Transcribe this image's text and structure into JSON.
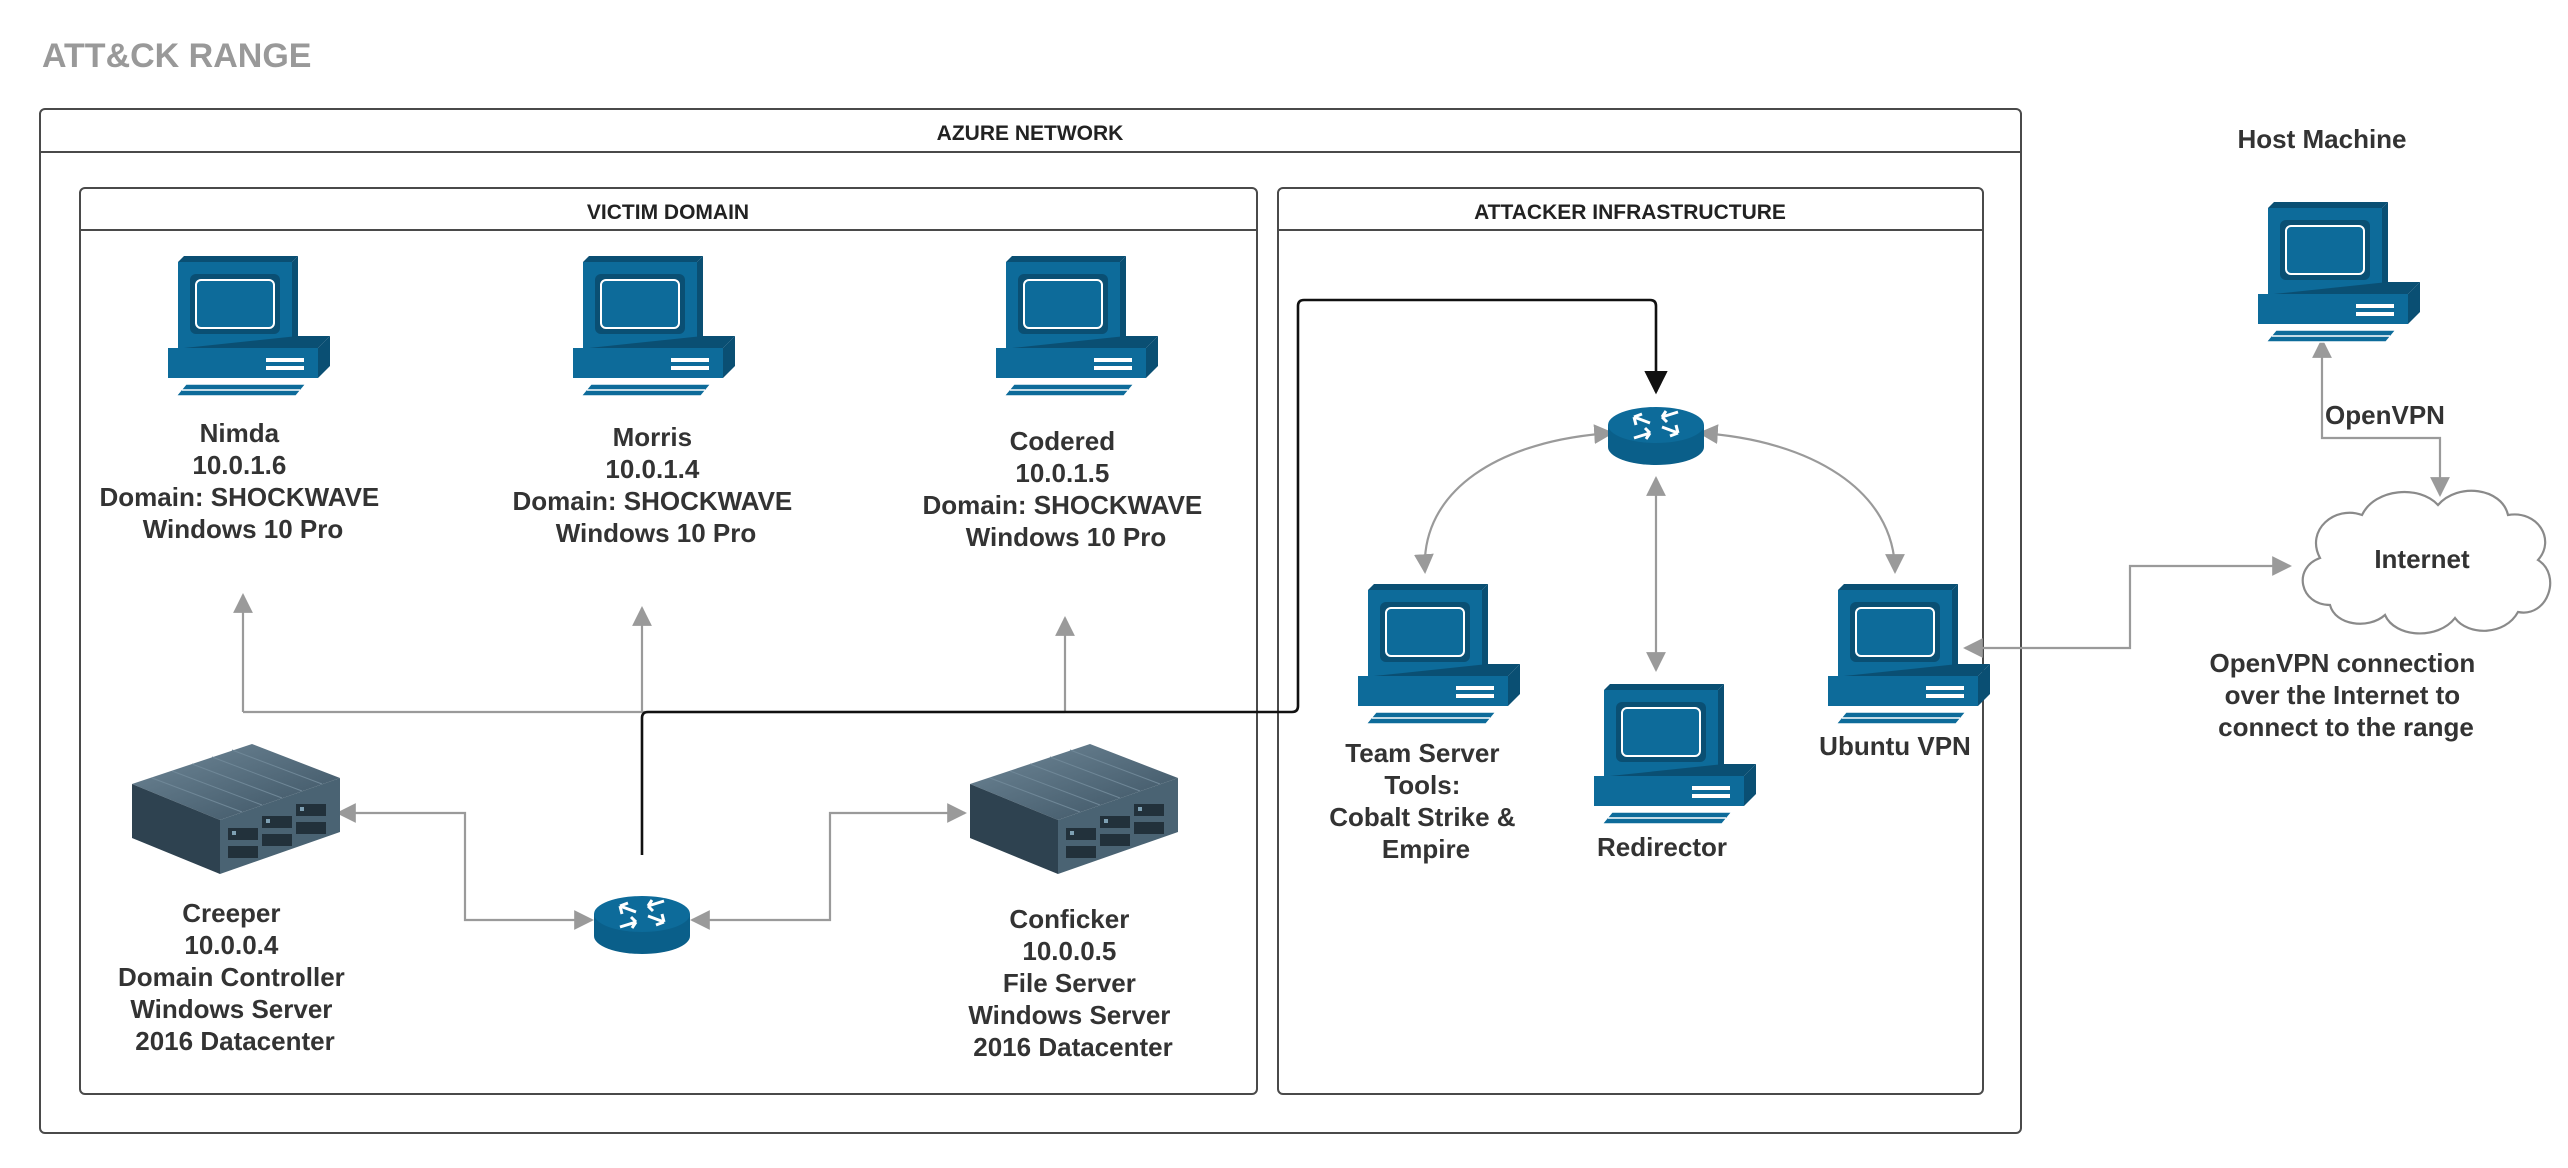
{
  "title": "ATT&CK RANGE",
  "groups": {
    "azure": "AZURE NETWORK",
    "victim": "VICTIM DOMAIN",
    "attacker": "ATTACKER INFRASTRUCTURE"
  },
  "nodes": {
    "nimda": [
      "Nimda",
      "10.0.1.6",
      "Domain: SHOCKWAVE",
      "Windows 10 Pro"
    ],
    "morris": [
      "Morris",
      "10.0.1.4",
      "Domain: SHOCKWAVE",
      "Windows 10 Pro"
    ],
    "codered": [
      "Codered",
      "10.0.1.5",
      "Domain: SHOCKWAVE",
      "Windows 10 Pro"
    ],
    "creeper": [
      "Creeper",
      "10.0.0.4",
      "Domain Controller",
      "Windows Server",
      "2016 Datacenter"
    ],
    "conficker": [
      "Conficker",
      "10.0.0.5",
      "File Server",
      "Windows Server",
      "2016 Datacenter"
    ],
    "team_server": [
      "Team Server",
      "Tools:",
      "Cobalt Strike &",
      "Empire"
    ],
    "redirector": [
      "Redirector"
    ],
    "ubuntu_vpn": [
      "Ubuntu VPN"
    ],
    "host_machine": [
      "Host Machine"
    ],
    "internet": [
      "Internet"
    ]
  },
  "edge_labels": {
    "openvpn": "OpenVPN",
    "openvpn_note": [
      "OpenVPN connection",
      "over the Internet to",
      "connect to the range"
    ]
  },
  "colors": {
    "device_blue": "#0d6b9a",
    "device_dark": "#0a4f73",
    "server_dark": "#3d5566",
    "line_gray": "#9a9a9a",
    "line_black": "#111111",
    "title_gray": "#999999"
  }
}
